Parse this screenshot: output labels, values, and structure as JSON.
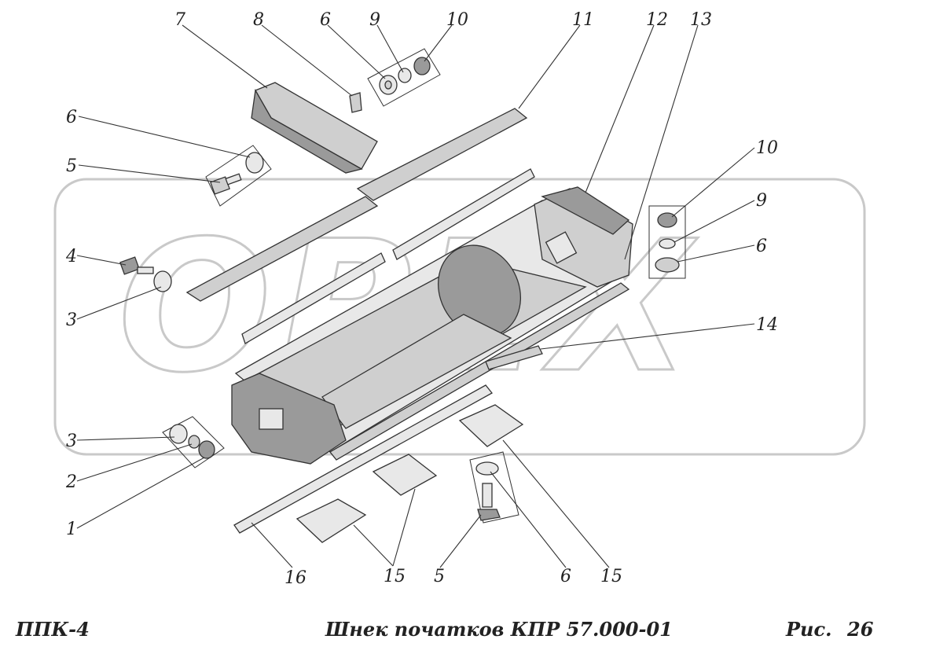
{
  "footer": {
    "model": "ППК-4",
    "title": "Шнек початков КПР 57.000-01",
    "figure_label": "Рис.",
    "figure_number": "26"
  },
  "watermark": {
    "text": "ОРЕХ"
  },
  "callouts": {
    "c7": "7",
    "c8": "8",
    "c6_top": "6",
    "c9_top": "9",
    "c10_top": "10",
    "c11": "11",
    "c12": "12",
    "c13": "13",
    "c6_left": "6",
    "c5_left": "5",
    "c4": "4",
    "c3_upper": "3",
    "c10_right": "10",
    "c9_right": "9",
    "c6_right": "6",
    "c14": "14",
    "c3_lower": "3",
    "c2": "2",
    "c1": "1",
    "c16": "16",
    "c15_left": "15",
    "c5_bottom": "5",
    "c6_bottom": "6",
    "c15_right": "15"
  }
}
